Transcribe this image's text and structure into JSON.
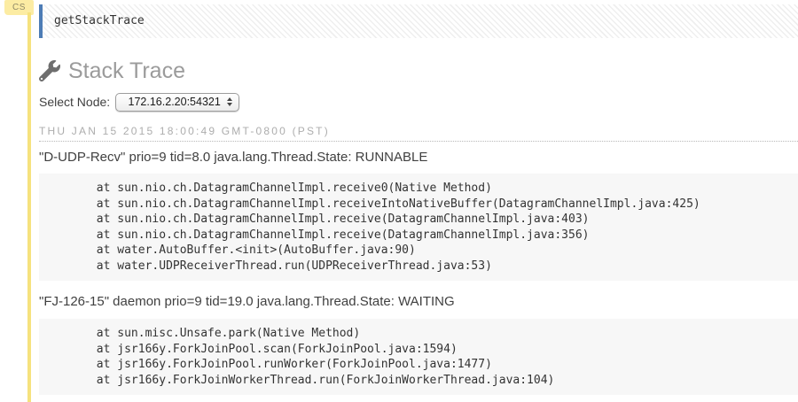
{
  "badge": {
    "label": "CS"
  },
  "cell": {
    "input": "getStackTrace"
  },
  "output": {
    "title": "Stack Trace",
    "wrench_icon": "wrench-icon",
    "select_node_label": "Select Node:",
    "selected_node": "172.16.2.20:54321",
    "timestamp": "THU JAN 15 2015 18:00:49 GMT-0800 (PST)",
    "threads": [
      {
        "header": "\"D-UDP-Recv\" prio=9 tid=8.0 java.lang.Thread.State: RUNNABLE",
        "stack": [
          "\tat sun.nio.ch.DatagramChannelImpl.receive0(Native Method)",
          "\tat sun.nio.ch.DatagramChannelImpl.receiveIntoNativeBuffer(DatagramChannelImpl.java:425)",
          "\tat sun.nio.ch.DatagramChannelImpl.receive(DatagramChannelImpl.java:403)",
          "\tat sun.nio.ch.DatagramChannelImpl.receive(DatagramChannelImpl.java:356)",
          "\tat water.AutoBuffer.<init>(AutoBuffer.java:90)",
          "\tat water.UDPReceiverThread.run(UDPReceiverThread.java:53)"
        ]
      },
      {
        "header": "\"FJ-126-15\" daemon prio=9 tid=19.0 java.lang.Thread.State: WAITING",
        "stack": [
          "\tat sun.misc.Unsafe.park(Native Method)",
          "\tat jsr166y.ForkJoinPool.scan(ForkJoinPool.java:1594)",
          "\tat jsr166y.ForkJoinPool.runWorker(ForkJoinPool.java:1477)",
          "\tat jsr166y.ForkJoinWorkerThread.run(ForkJoinWorkerThread.java:104)"
        ]
      }
    ]
  },
  "colors": {
    "accent_yellow": "#f6e27e",
    "badge_bg": "#fceca3",
    "badge_text": "#8f8967",
    "cell_accent": "#4d7cb5",
    "title_gray": "#9b9b9b",
    "icon_gray": "#6e6e6e",
    "ts_gray": "#adadad",
    "pre_bg": "#f7f7f7"
  }
}
